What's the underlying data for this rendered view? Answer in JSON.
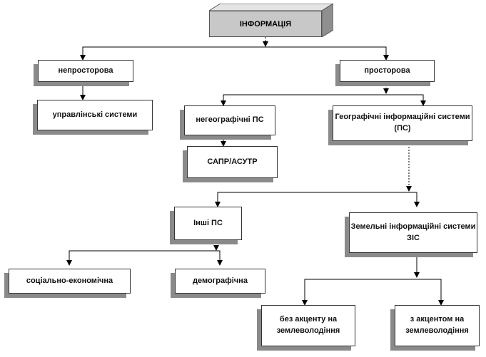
{
  "root": {
    "label": "ІНФОРМАЦІЯ"
  },
  "nodes": {
    "neprostorova": "непросторова",
    "prostorova": "просторова",
    "upravlinski": "управлінські системи",
    "negeografichni": "негеографічні ПС",
    "geografichni": "Географічні інформаційні системи (ПС)",
    "sapr": "САПР/АСУТР",
    "inshi": "Інші ПС",
    "zemelni": "Земельні інформаційні системи ЗІС",
    "socialno": "соціально-економічна",
    "demografichna": "демографічна",
    "bez_aktsentu": "без акценту на землеволодіння",
    "z_aktsentom": "з акцентом на землеволодіння"
  },
  "colors": {
    "root_front": "#c8c8c8",
    "root_top": "#e4e4e4",
    "root_side": "#8f8f8f",
    "shadow": "#8a8a8a",
    "line": "#000000"
  }
}
